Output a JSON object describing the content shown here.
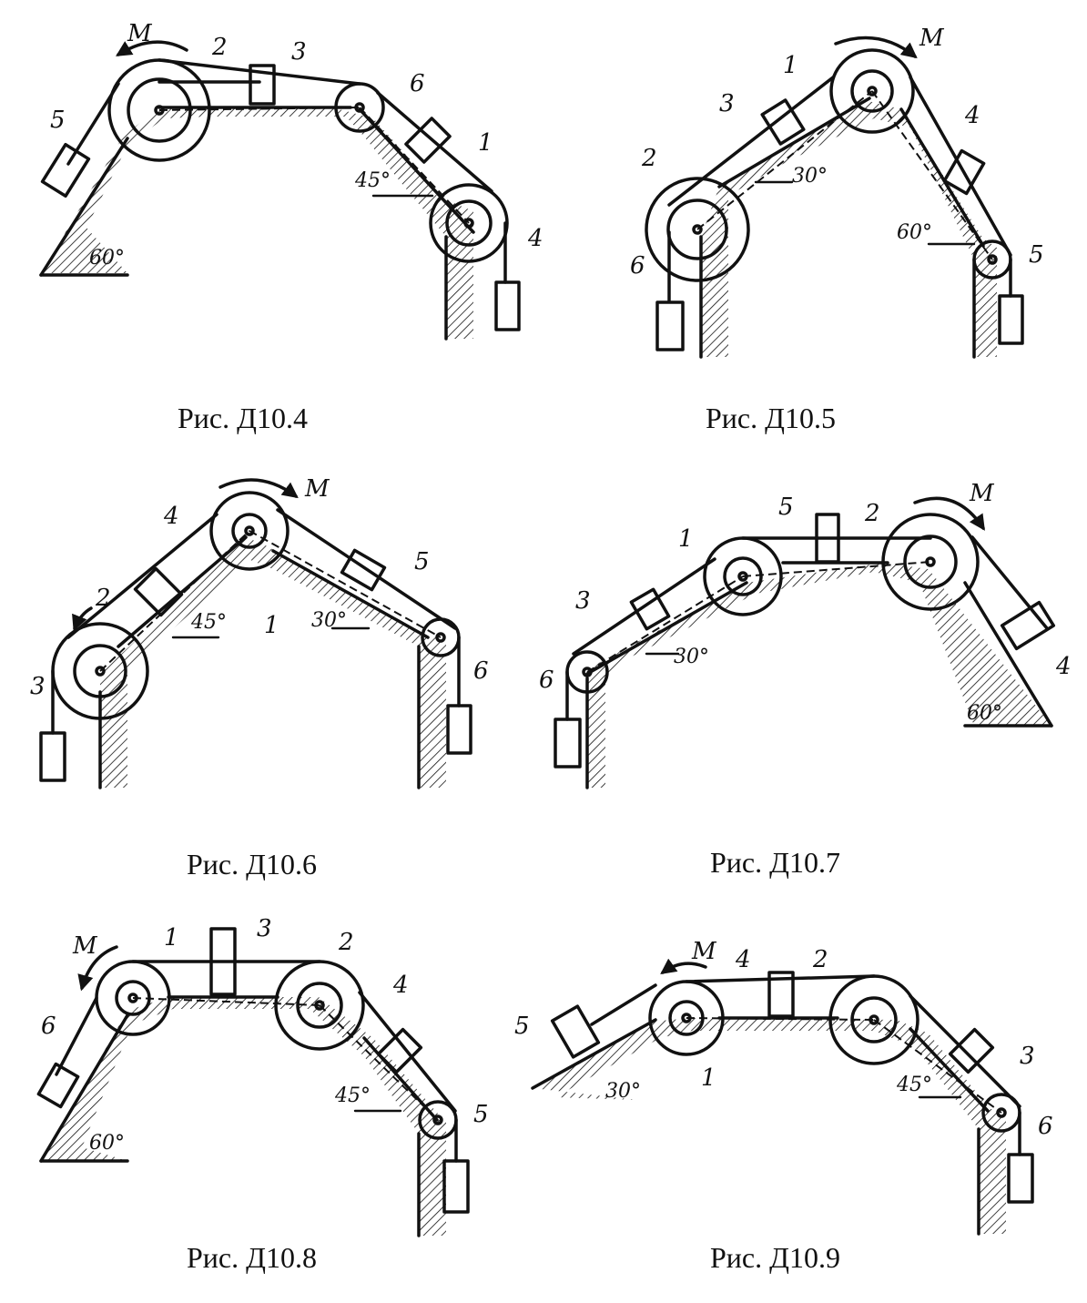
{
  "figures": [
    {
      "caption": "Рис.  Д10.4",
      "labels": {
        "moment": "M",
        "b1": "1",
        "b2": "2",
        "b3": "3",
        "b4": "4",
        "b5": "5",
        "b6": "6"
      },
      "angles": [
        "60°",
        "45°"
      ]
    },
    {
      "caption": "Рис.  Д10.5",
      "labels": {
        "moment": "M",
        "b1": "1",
        "b2": "2",
        "b3": "3",
        "b4": "4",
        "b5": "5",
        "b6": "6"
      },
      "angles": [
        "30°",
        "60°"
      ]
    },
    {
      "caption": "Рис.  Д10.6",
      "labels": {
        "moment": "M",
        "b1": "1",
        "b2": "2",
        "b3": "3",
        "b4": "4",
        "b5": "5",
        "b6": "6"
      },
      "angles": [
        "45°",
        "30°"
      ]
    },
    {
      "caption": "Рис.  Д10.7",
      "labels": {
        "moment": "M",
        "b1": "1",
        "b2": "2",
        "b3": "3",
        "b4": "4",
        "b5": "5",
        "b6": "6"
      },
      "angles": [
        "30°",
        "60°"
      ]
    },
    {
      "caption": "Рис.  Д10.8",
      "labels": {
        "moment": "M",
        "b1": "1",
        "b2": "2",
        "b3": "3",
        "b4": "4",
        "b5": "5",
        "b6": "6"
      },
      "angles": [
        "60°",
        "45°"
      ]
    },
    {
      "caption": "Рис.  Д10.9",
      "labels": {
        "moment": "M",
        "b1": "1",
        "b2": "2",
        "b3": "3",
        "b4": "4",
        "b5": "5",
        "b6": "6"
      },
      "angles": [
        "30°",
        "45°"
      ]
    }
  ]
}
